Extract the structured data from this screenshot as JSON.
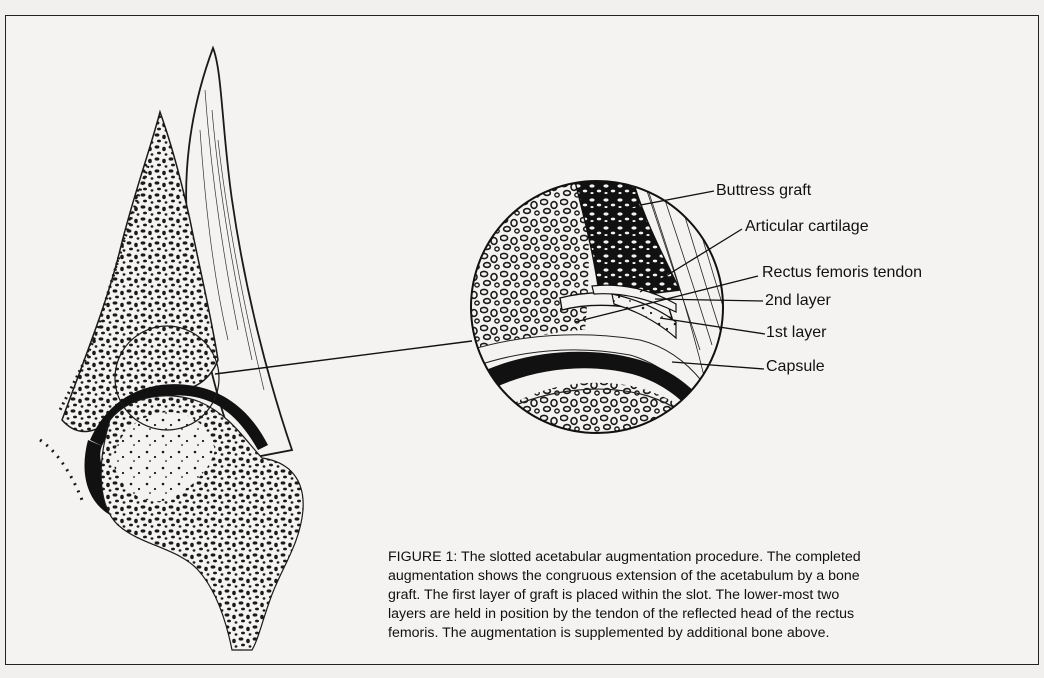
{
  "labels": {
    "buttress_graft": "Buttress graft",
    "articular_cartilage": "Articular cartilage",
    "rectus_femoris_tendon": "Rectus femoris tendon",
    "second_layer": "2nd layer",
    "first_layer": "1st layer",
    "capsule": "Capsule"
  },
  "caption": {
    "line1": "FIGURE 1:  The slotted acetabular augmentation procedure.  The completed",
    "line2": "augmentation shows the congruous extension of the acetabulum by a bone",
    "line3": "graft.  The first layer of graft is placed within the slot.  The lower-most two",
    "line4": "layers are held in position by the tendon of the reflected head of the rectus",
    "line5": "femoris.  The augmentation is supplemented by additional bone above."
  }
}
